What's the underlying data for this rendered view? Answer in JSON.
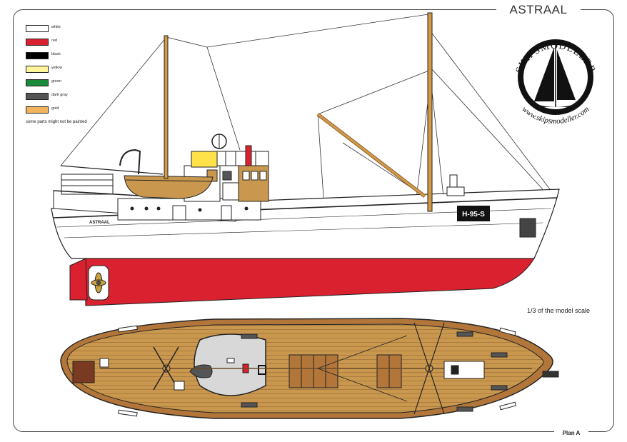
{
  "header": {
    "title": "ASTRAAL"
  },
  "legend": {
    "items": [
      {
        "label": "white",
        "color": "#ffffff"
      },
      {
        "label": "red",
        "color": "#d9212f"
      },
      {
        "label": "black",
        "color": "#000000"
      },
      {
        "label": "yellow",
        "color": "#fff59a"
      },
      {
        "label": "green",
        "color": "#1a8a3a"
      },
      {
        "label": "dark gray",
        "color": "#555555"
      },
      {
        "label": "gold",
        "color": "#f2b45a"
      }
    ],
    "note": "some parts might not be painted"
  },
  "logo": {
    "top_text": "SKIPSMODELLER",
    "bottom_text": "www.skipsmodeller.com"
  },
  "ship": {
    "hull_name": "ASTRAAL",
    "registration": "H-95-S"
  },
  "scale_note": "1/3 of the model scale",
  "plan_label": "Plan A",
  "colors": {
    "hull_red": "#d9212f",
    "deck_wood": "#c9984e",
    "mast_wood": "#d39a45",
    "line": "#222222",
    "frame": "#444444"
  }
}
